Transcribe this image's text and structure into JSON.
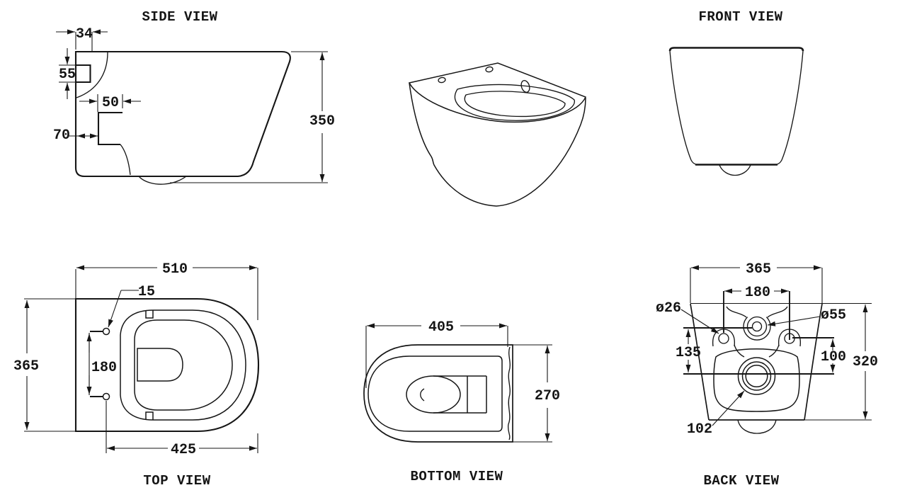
{
  "drawing": {
    "type": "technical-drawing",
    "subject": "wall-hung-toilet"
  },
  "colors": {
    "line": "#161616",
    "background": "#ffffff"
  },
  "titles": {
    "side": "SIDE VIEW",
    "front": "FRONT VIEW",
    "top": "TOP VIEW",
    "bottom": "BOTTOM VIEW",
    "back": "BACK VIEW"
  },
  "dimensions": {
    "side": {
      "top_offset": "34",
      "notch_height": "55",
      "step_width": "50",
      "wall_offset": "70",
      "height": "350"
    },
    "top": {
      "depth": "510",
      "hole_diameter": "15",
      "width": "365",
      "hole_spacing": "180",
      "seat_depth": "425"
    },
    "bottom": {
      "depth": "405",
      "width": "270"
    },
    "back": {
      "top_width": "365",
      "hole_spacing": "180",
      "hole_diameter": "ø26",
      "inlet_diameter": "ø55",
      "inlet_height": "135",
      "hole_height": "100",
      "height": "320",
      "outlet_diameter": "102"
    }
  }
}
